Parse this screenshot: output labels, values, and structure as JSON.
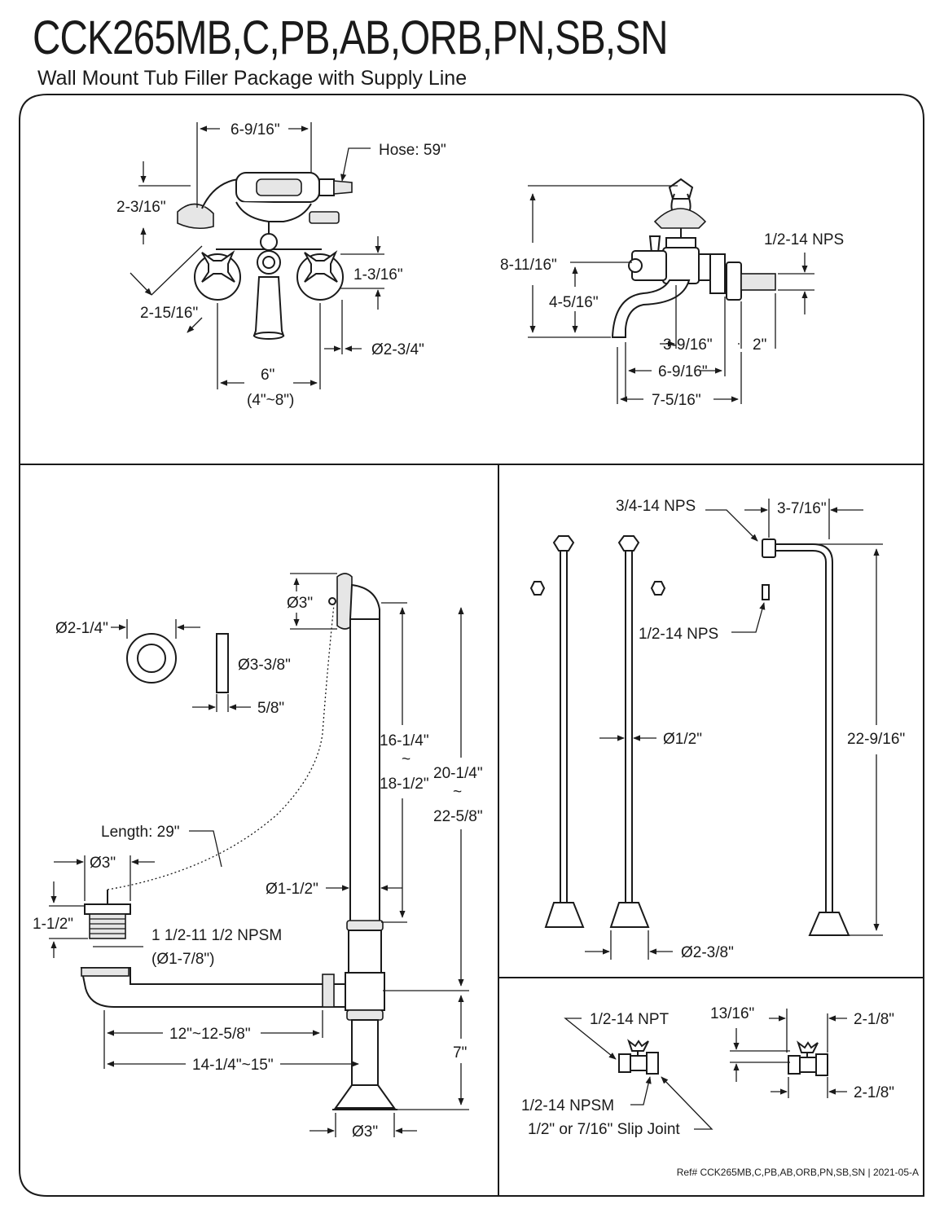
{
  "header": {
    "title": "CCK265MB,C,PB,AB,ORB,PN,SB,SN",
    "subtitle": "Wall Mount Tub Filler Package with Supply Line"
  },
  "faucet_front": {
    "width_top": "6-9/16\"",
    "hose": "Hose: 59\"",
    "handset_height": "2-3/16\"",
    "handle_offset": "1-3/16\"",
    "handle_diag": "2-15/16\"",
    "flange_dia": "Ø2-3/4\"",
    "centers": "6\"",
    "centers_range": "(4\"~8\")"
  },
  "faucet_side": {
    "height": "8-11/16\"",
    "spout_height": "4-5/16\"",
    "inlet_thread": "1/2-14 NPS",
    "inlet_depth": "3-9/16\"",
    "inlet_length": "2\"",
    "spout_reach": "6-9/16\"",
    "total_depth": "7-5/16\""
  },
  "drain": {
    "overflow_dia": "Ø3\"",
    "face_plate_dia": "Ø2-1/4\"",
    "plate_dia": "Ø3-3/8\"",
    "plate_thickness": "5/8\"",
    "overflow_height_top": "16-1/4\"",
    "overflow_height_sep": "~",
    "overflow_height_bottom": "18-1/2\"",
    "total_height_top": "20-1/4\"",
    "total_height_sep": "~",
    "total_height_bottom": "22-5/8\"",
    "chain_length": "Length: 29\"",
    "stopper_dia": "Ø3\"",
    "pipe_dia": "Ø1-1/2\"",
    "strainer_height": "1-1/2\"",
    "strainer_thread": "1 1/2-11 1/2 NPSM",
    "strainer_thread_dia": "(Ø1-7/8\")",
    "waste_length": "12\"~12-5/8\"",
    "total_length": "14-1/4\"~15\"",
    "leg_height": "7\"",
    "base_dia": "Ø3\""
  },
  "supply": {
    "top_thread": "3/4-14 NPS",
    "offset": "3-7/16\"",
    "bottom_thread": "1/2-14 NPS",
    "tube_dia": "Ø1/2\"",
    "height": "22-9/16\"",
    "flange_dia": "Ø2-3/8\""
  },
  "stop_valve": {
    "inlet": "1/2-14 NPT",
    "outlet": "1/2-14 NPSM",
    "slip_joint": "1/2\" or 7/16\" Slip Joint",
    "height": "13/16\"",
    "width_top": "2-1/8\"",
    "width_bottom": "2-1/8\""
  },
  "footer": {
    "ref": "Ref# CCK265MB,C,PB,AB,ORB,PN,SB,SN | 2021-05-A"
  }
}
